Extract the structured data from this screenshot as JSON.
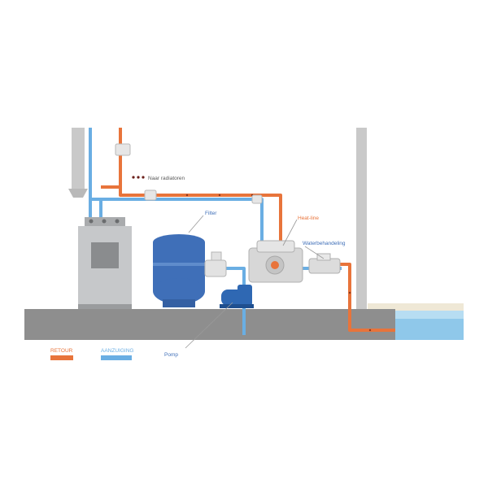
{
  "labels": {
    "radiators": "Naar radiatoren",
    "filter": "Filter",
    "heat_line": "Heat-line",
    "water_treatment": "Waterbehandeling",
    "pump": "Pomp"
  },
  "legend": {
    "return": "RETOUR",
    "suction": "AANZUIGING"
  },
  "colors": {
    "return": "#e8743b",
    "suction": "#6aaee3",
    "filter_tank": "#3f6fb8",
    "pump": "#2f68b3",
    "floor": "#8c8c8c",
    "wall": "#c8c8c8",
    "boiler": "#c8cacc",
    "pool_water": "#8fc8ea"
  },
  "icons": [
    "radiator-dots-icon",
    "valve-icon"
  ]
}
